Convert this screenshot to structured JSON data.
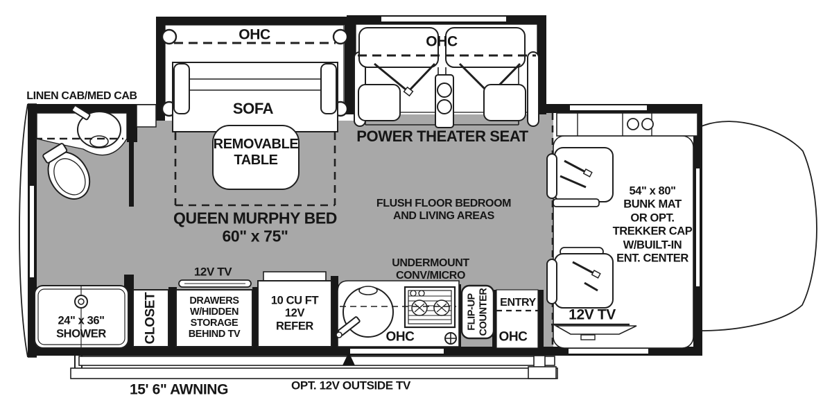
{
  "fp": {
    "bath": {
      "linen_cab": "LINEN CAB/MED CAB",
      "shower_size": "24\" x 36\"",
      "shower": "SHOWER",
      "closet": "CLOSET"
    },
    "living": {
      "sofa_ohc": "OHC",
      "sofa": "SOFA",
      "table_l1": "REMOVABLE",
      "table_l2": "TABLE",
      "murphy_l1": "QUEEN MURPHY BED",
      "murphy_l2": "60\" x 75\"",
      "theater_ohc": "OHC",
      "theater": "POWER THEATER SEAT",
      "flush_l1": "FLUSH FLOOR BEDROOM",
      "flush_l2": "AND LIVING AREAS"
    },
    "galley": {
      "tv": "12V TV",
      "drawers": [
        "DRAWERS",
        "W/HIDDEN",
        "STORAGE",
        "BEHIND TV"
      ],
      "refer": [
        "10 CU FT",
        "12V",
        "REFER"
      ],
      "under_l1": "UNDERMOUNT",
      "under_l2": "CONV/MICRO",
      "ohc_left": "OHC",
      "flip_l1": "FLIP-UP",
      "flip_l2": "COUNTER",
      "entry": "ENTRY",
      "ohc_right": "OHC"
    },
    "cab": {
      "bunk": [
        "54\" x 80\"",
        "BUNK MAT",
        "OR OPT.",
        "TREKKER CAP",
        "W/BUILT-IN",
        "ENT. CENTER"
      ],
      "tv": "12V TV"
    },
    "exterior": {
      "awning": "15' 6\" AWNING",
      "outside_tv": "OPT. 12V OUTSIDE TV"
    }
  },
  "colors": {
    "floor_gray": "#a8a8a8",
    "wall_black": "#181818",
    "line": "#1f1f1f",
    "background": "#ffffff"
  }
}
